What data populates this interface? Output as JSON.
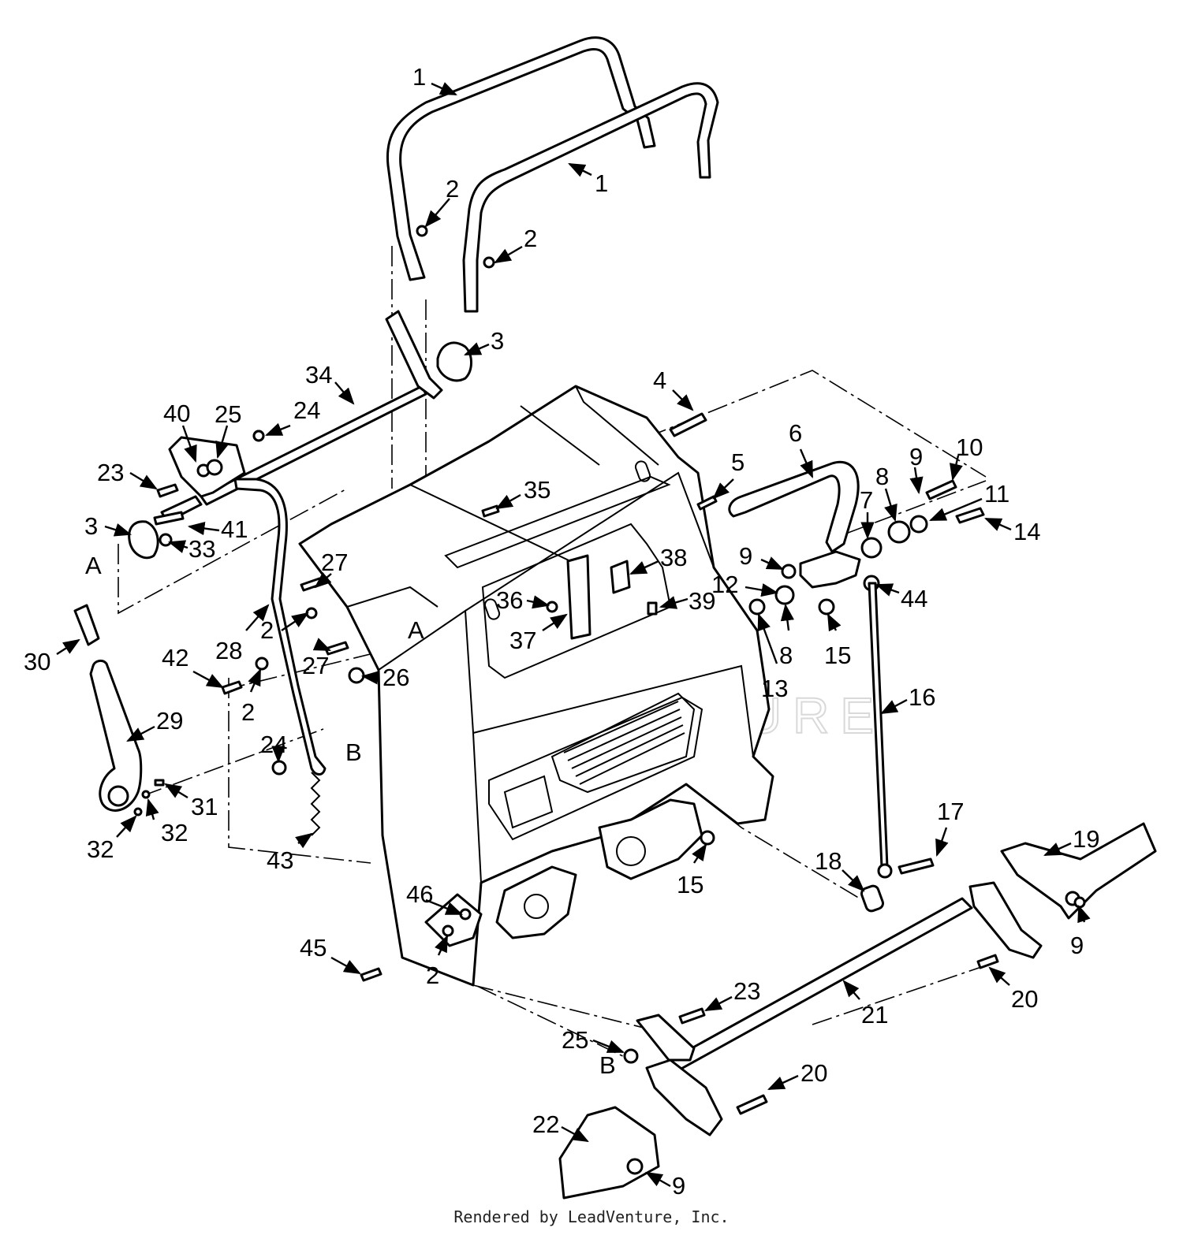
{
  "footer": {
    "credit": "Rendered by LeadVenture, Inc."
  },
  "watermark": {
    "text": "LEADVENTURE"
  },
  "colors": {
    "ink": "#000000",
    "paper": "#ffffff",
    "watermark": "#d9d9d9"
  },
  "callouts": [
    "1",
    "1",
    "2",
    "2",
    "3",
    "34",
    "40",
    "25",
    "24",
    "23",
    "3",
    "41",
    "33",
    "A",
    "4",
    "35",
    "5",
    "6",
    "9",
    "10",
    "8",
    "11",
    "7",
    "14",
    "38",
    "36",
    "37",
    "39",
    "9",
    "12",
    "8",
    "13",
    "15",
    "44",
    "27",
    "28",
    "2",
    "27",
    "A",
    "30",
    "42",
    "2",
    "26",
    "29",
    "24",
    "B",
    "31",
    "32",
    "32",
    "43",
    "16",
    "17",
    "18",
    "19",
    "15",
    "46",
    "9",
    "2",
    "45",
    "20",
    "23",
    "21",
    "25",
    "B",
    "20",
    "22",
    "9"
  ]
}
